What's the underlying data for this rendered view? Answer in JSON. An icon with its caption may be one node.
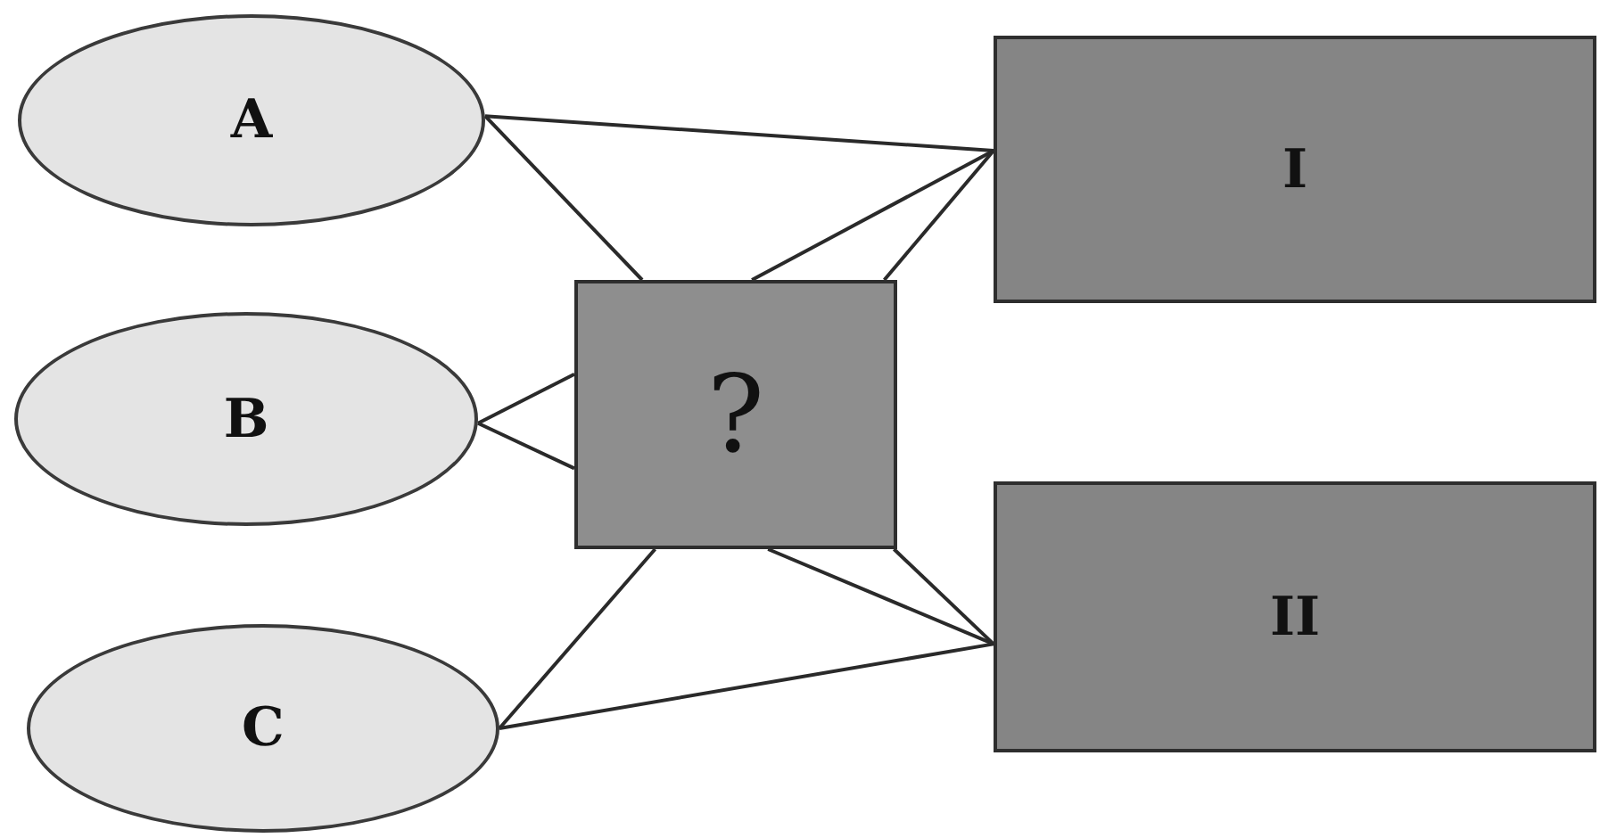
{
  "diagram": {
    "nodes": [
      {
        "text": [
          "A"
        ]
      },
      {
        "text": [
          "B"
        ]
      },
      {
        "text": [
          "C"
        ]
      },
      {
        "text": [
          "?"
        ]
      },
      {
        "text": [
          "I"
        ]
      },
      {
        "text": [
          "II"
        ]
      }
    ],
    "edges": [
      {
        "from": 0,
        "to": 4,
        "arrow": "none"
      },
      {
        "from": 0,
        "to": 3,
        "arrow": "none"
      },
      {
        "from": 1,
        "to": 3,
        "arrow": "none"
      },
      {
        "from": 1,
        "to": 3,
        "arrow": "none"
      },
      {
        "from": 2,
        "to": 3,
        "arrow": "none"
      },
      {
        "from": 2,
        "to": 5,
        "arrow": "none"
      },
      {
        "from": 3,
        "to": 4,
        "arrow": "none"
      },
      {
        "from": 3,
        "to": 4,
        "arrow": "none"
      },
      {
        "from": 3,
        "to": 5,
        "arrow": "none"
      },
      {
        "from": 3,
        "to": 5,
        "arrow": "none"
      }
    ]
  }
}
